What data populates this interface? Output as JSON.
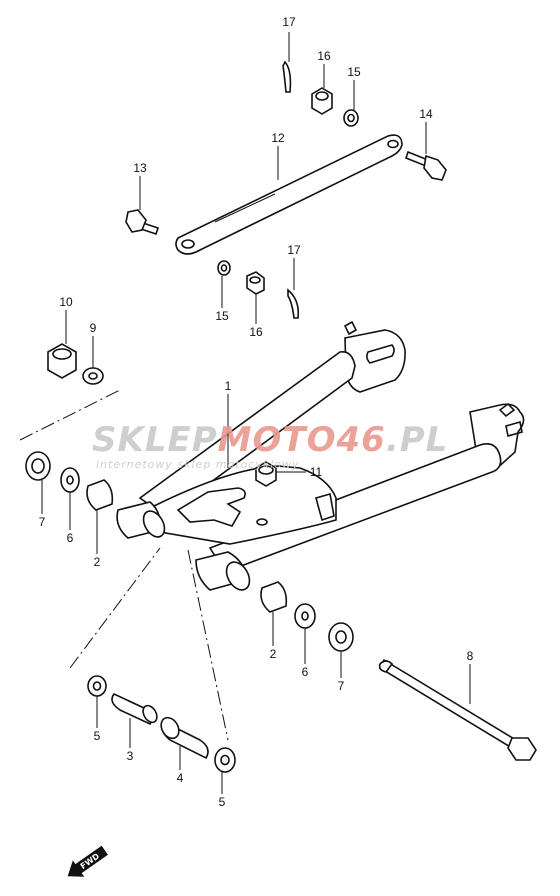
{
  "callouts": {
    "c17a": "17",
    "c16a": "16",
    "c15a": "15",
    "c14": "14",
    "c12": "12",
    "c13": "13",
    "c17b": "17",
    "c15b": "15",
    "c16b": "16",
    "c10": "10",
    "c9": "9",
    "c1": "1",
    "c11": "11",
    "c7a": "7",
    "c6a": "6",
    "c2a": "2",
    "c2b": "2",
    "c6b": "6",
    "c7b": "7",
    "c8": "8",
    "c5a": "5",
    "c3": "3",
    "c4": "4",
    "c5b": "5"
  },
  "watermark": {
    "brand_part1": "SKLEP",
    "brand_part2": "MOTO",
    "brand_part3": "46",
    "brand_part4": ".PL",
    "tagline": "internetowy sklep motocyklowy",
    "color_gray": "#c9c9c9",
    "color_red": "#e8998f"
  },
  "fwd_label": "FWD"
}
